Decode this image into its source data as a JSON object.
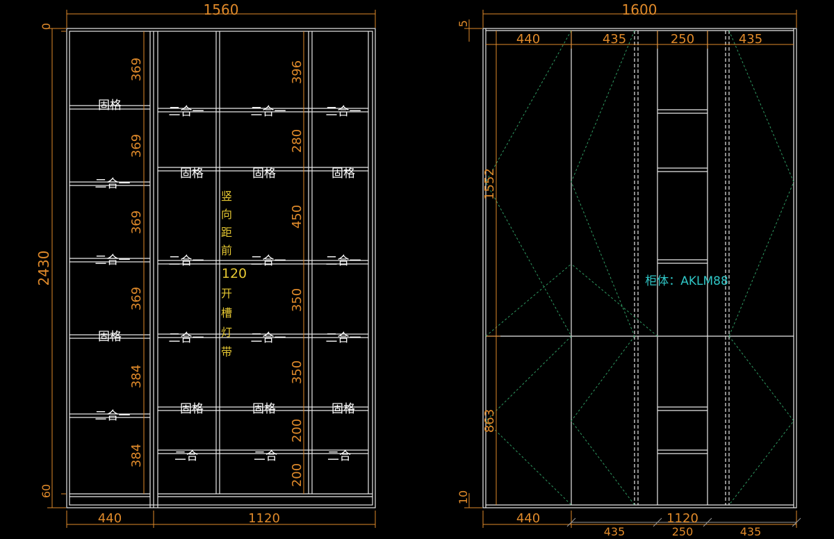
{
  "colors": {
    "background": "#000000",
    "outline": "#e9e9e9",
    "dimension": "#e08a2a",
    "note": "#e6c833",
    "label_white": "#ffffff",
    "cyan": "#2fc6c6",
    "hinge": "#2f9a62"
  },
  "left": {
    "overall_width": "1560",
    "overall_height": "2430",
    "top_gap": "0",
    "bottom_gap": "60",
    "bottom_widths": [
      "440",
      "1120"
    ],
    "col_a_heights": [
      "369",
      "369",
      "369",
      "369",
      "384",
      "384"
    ],
    "col_b_heights": [
      "396",
      "280",
      "450",
      "350",
      "350",
      "200",
      "200"
    ],
    "col_a_labels": [
      "固格",
      "二合一",
      "二合一",
      "固格",
      "二合一"
    ],
    "row_labels": [
      [
        "二合一",
        "二合一",
        "二合一"
      ],
      [
        "固格",
        "固格",
        "固格"
      ],
      [
        "二合一",
        "二合一",
        "二合一"
      ],
      [
        "二合一",
        "二合一",
        "二合一"
      ],
      [
        "固格",
        "固格",
        "固格"
      ],
      [
        "二合",
        "二合",
        "二合"
      ]
    ],
    "vertical_note": [
      "竖",
      "向",
      "距",
      "前",
      "120",
      "开",
      "槽",
      "灯",
      "带"
    ]
  },
  "right": {
    "overall_width": "1600",
    "top_gap": "5",
    "bottom_gap": "10",
    "top_widths": [
      "440",
      "435",
      "250",
      "435"
    ],
    "bottom_widths_main": [
      "440",
      "1120"
    ],
    "bottom_widths_sub": [
      "435",
      "250",
      "435"
    ],
    "heights": [
      "1552",
      "863"
    ],
    "body_label": "柜体：AKLM88"
  }
}
